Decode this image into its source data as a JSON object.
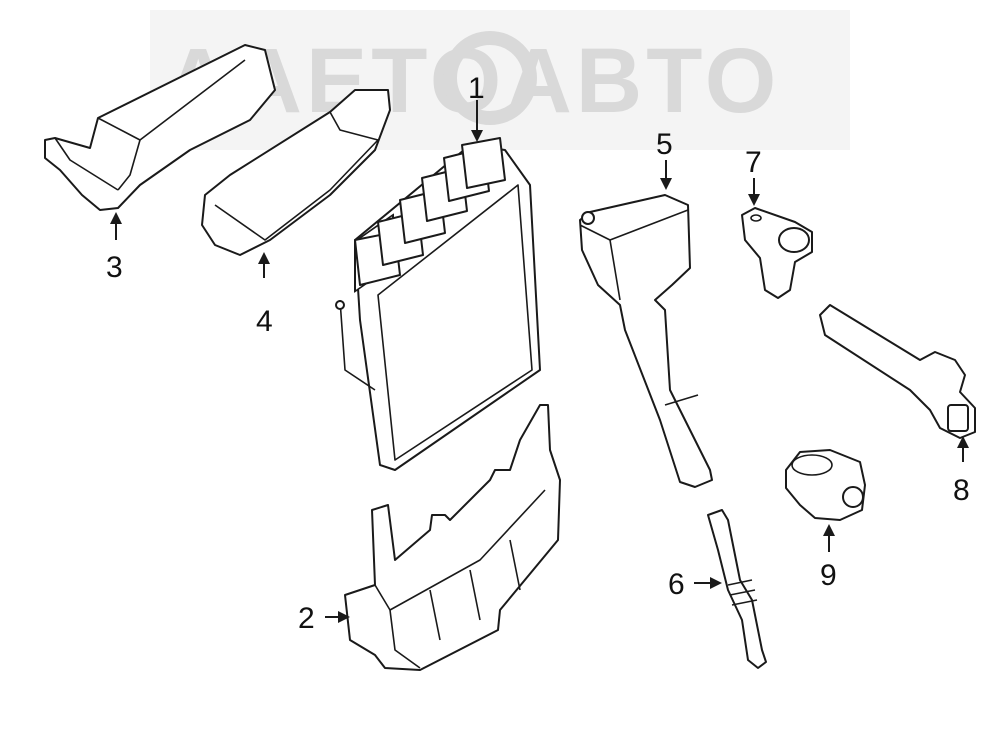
{
  "watermark": {
    "text": "AAETOABTO",
    "color": "#d9d9d9"
  },
  "colors": {
    "line": "#1a1a1a",
    "background": "#ffffff"
  },
  "callouts": {
    "c1": "1",
    "c2": "2",
    "c3": "3",
    "c4": "4",
    "c5": "5",
    "c6": "6",
    "c7": "7",
    "c8": "8",
    "c9": "9"
  }
}
